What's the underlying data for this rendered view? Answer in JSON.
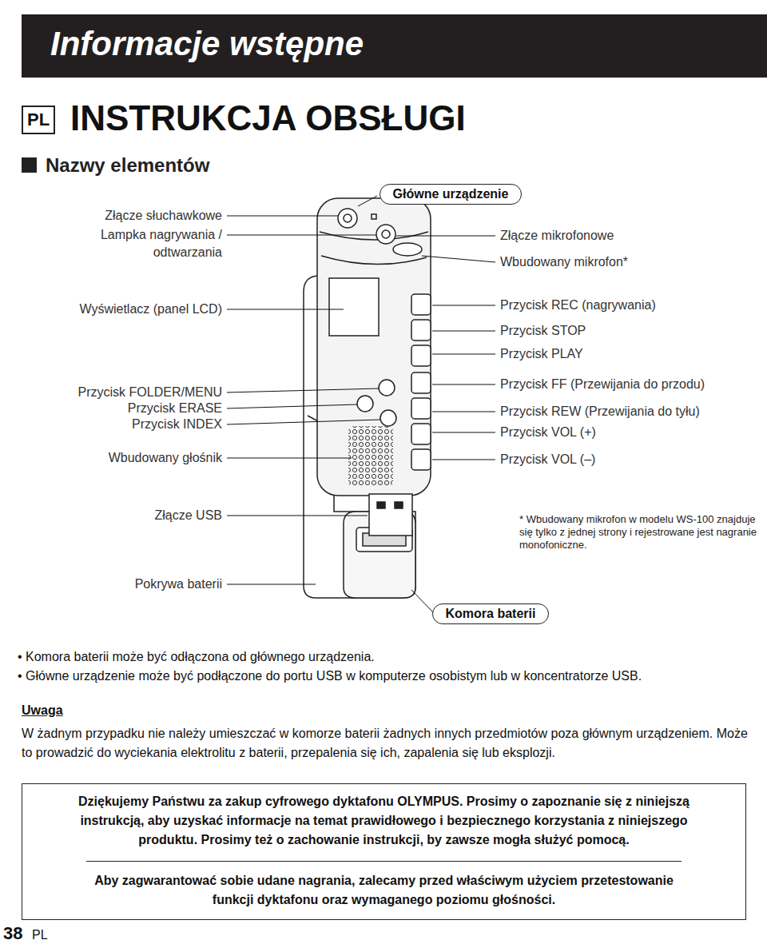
{
  "diagram": {
    "title": "INSTRUKCJA OBSŁUGI",
    "nodes": [
      {
        "text": [
          "Informacje wstępne"
        ]
      },
      {
        "text": [
          "PL"
        ]
      },
      {
        "text": [
          "Główne urządzenie"
        ]
      },
      {
        "text": [
          "Komora baterii"
        ]
      },
      {
        "text": [
          "Dziękujemy Państwu za zakup cyfrowego dyktafonu OLYMPUS. Prosimy o zapoznanie się z niniejszą instrukcją, aby uzyskać informacje na temat prawidłowego i bezpiecznego korzystania z niniejszego produktu. Prosimy też o zachowanie instrukcji, by zawsze mogła służyć pomocą.",
          "Aby zagwarantować sobie udane nagrania, zalecamy przed właściwym użyciem przetestowanie funkcji dyktafonu oraz wymaganego poziomu głośności."
        ]
      }
    ],
    "labels": [
      "Nazwy elementów",
      "Złącze słuchawkowe",
      "Lampka nagrywania / odtwarzania",
      "Wyświetlacz (panel LCD)",
      "Przycisk FOLDER/MENU",
      "Przycisk ERASE",
      "Przycisk INDEX",
      "Wbudowany głośnik",
      "Złącze USB",
      "Pokrywa baterii",
      "Złącze mikrofonowe",
      "Wbudowany mikrofon*",
      "Przycisk REC (nagrywania)",
      "Przycisk STOP",
      "Przycisk PLAY",
      "Przycisk FF (Przewijania do przodu)",
      "Przycisk REW (Przewijania do tyłu)",
      "Przycisk VOL (+)",
      "Przycisk VOL (–)",
      "* Wbudowany mikrofon w modelu WS-100 znajduje się tylko z jednej strony i rejestrowane jest nagranie monofoniczne.",
      "• Komora baterii może być odłączona od głównego urządzenia.",
      "• Główne urządzenie może być podłączone do portu USB w komputerze osobistym lub w koncentratorze USB.",
      "Uwaga",
      "W żadnym przypadku nie należy umieszczać w komorze baterii żadnych innych przedmiotów poza głównym urządzeniem. Może to prowadzić do wyciekania elektrolitu z baterii, przepalenia się ich, zapalenia się lub eksplozji.",
      "38",
      "PL"
    ]
  }
}
